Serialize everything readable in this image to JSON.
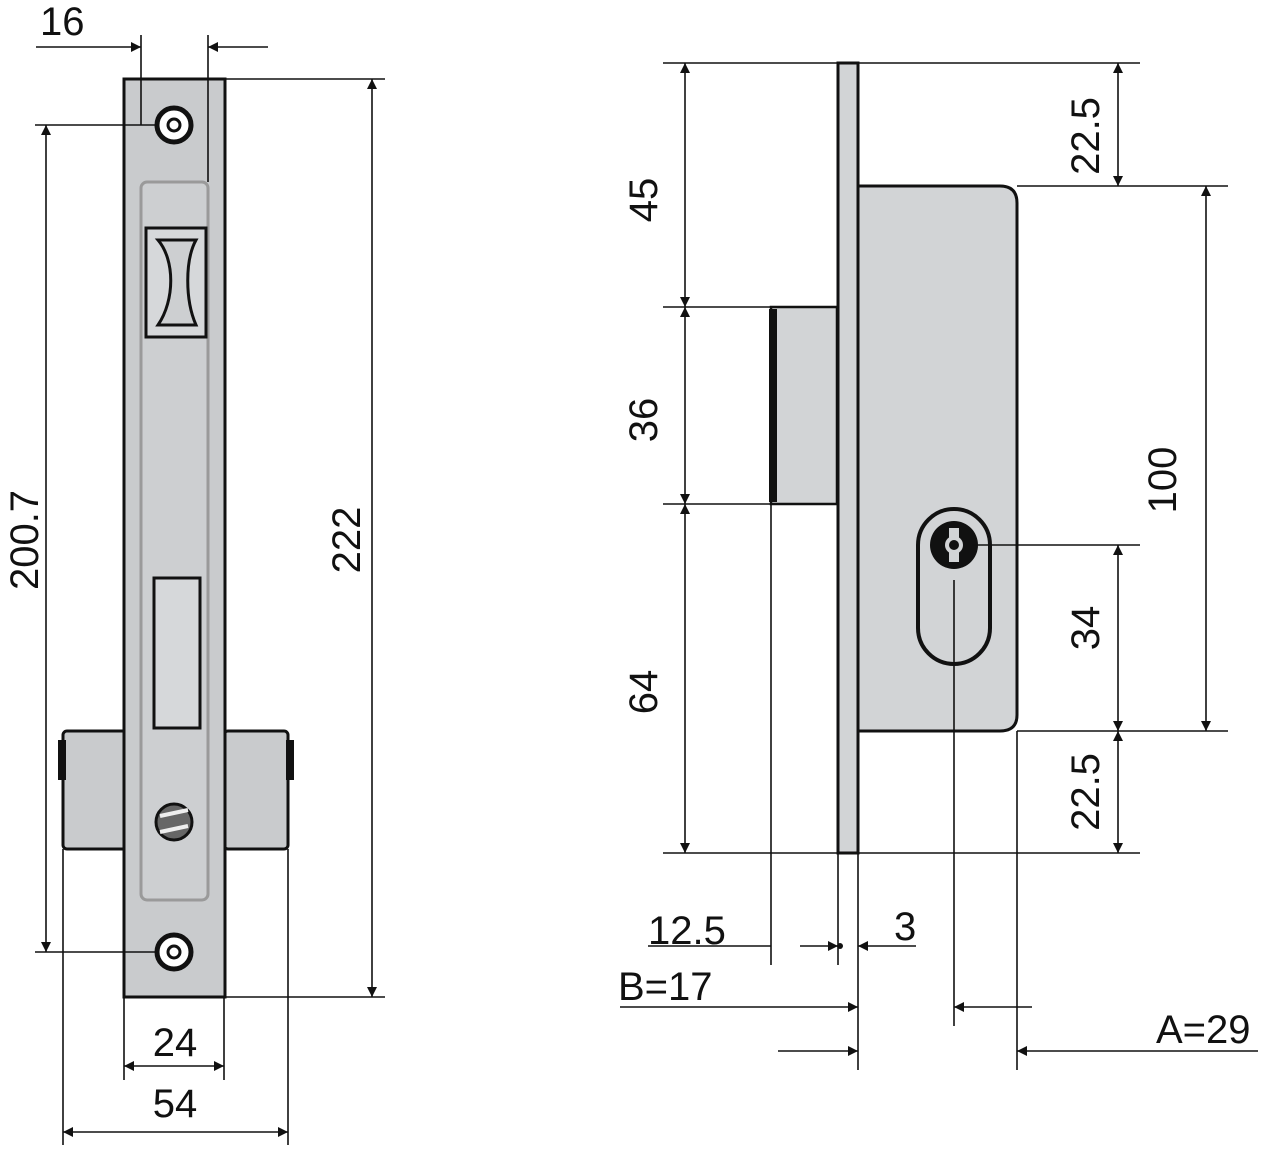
{
  "front_view": {
    "labels": {
      "faceplate_width": "16",
      "hole_spacing": "200.7",
      "total_height": "222",
      "body_width": "24",
      "cylinder_width": "54"
    }
  },
  "side_view": {
    "labels": {
      "top_to_latch": "45",
      "latch_height": "36",
      "latch_to_bottom": "64",
      "top_to_case": "22.5",
      "case_height": "100",
      "key_to_case_bottom": "34",
      "case_to_bottom": "22.5",
      "latch_projection": "12.5",
      "faceplate_thickness": "3",
      "backset_b": "B=17",
      "backset_a": "A=29"
    }
  },
  "colors": {
    "line": "#111111",
    "metal": "#c9cbcd",
    "background": "#ffffff"
  }
}
